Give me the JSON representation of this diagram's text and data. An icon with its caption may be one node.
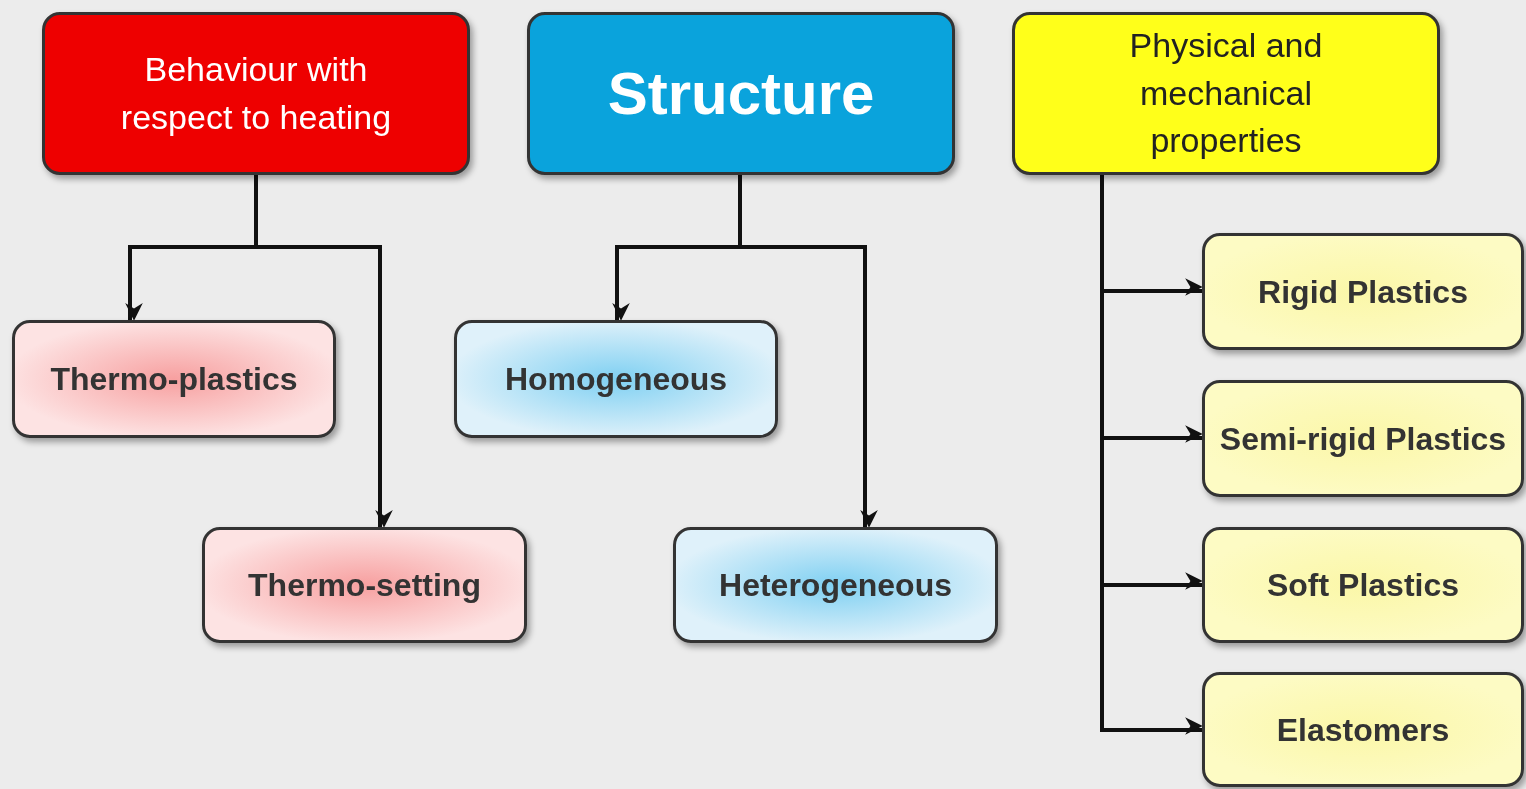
{
  "diagram": {
    "nodes": [
      {
        "text": [
          "Behaviour with respect to heating"
        ]
      },
      {
        "text": [
          "Structure"
        ]
      },
      {
        "text": [
          "Physical and mechanical properties"
        ]
      },
      {
        "text": [
          "Thermo-plastics"
        ]
      },
      {
        "text": [
          "Thermo-setting"
        ]
      },
      {
        "text": [
          "Homogeneous"
        ]
      },
      {
        "text": [
          "Heterogeneous"
        ]
      },
      {
        "text": [
          "Rigid Plastics"
        ]
      },
      {
        "text": [
          "Semi-rigid Plastics"
        ]
      },
      {
        "text": [
          "Soft Plastics"
        ]
      },
      {
        "text": [
          "Elastomers"
        ]
      }
    ],
    "edges": [
      {
        "from": 0,
        "to": 3,
        "arrow": "to"
      },
      {
        "from": 0,
        "to": 4,
        "arrow": "to"
      },
      {
        "from": 1,
        "to": 5,
        "arrow": "to"
      },
      {
        "from": 1,
        "to": 6,
        "arrow": "to"
      },
      {
        "from": 2,
        "to": 7,
        "arrow": "to"
      },
      {
        "from": 2,
        "to": 8,
        "arrow": "to"
      },
      {
        "from": 2,
        "to": 9,
        "arrow": "to"
      },
      {
        "from": 2,
        "to": 10,
        "arrow": "to"
      }
    ]
  }
}
